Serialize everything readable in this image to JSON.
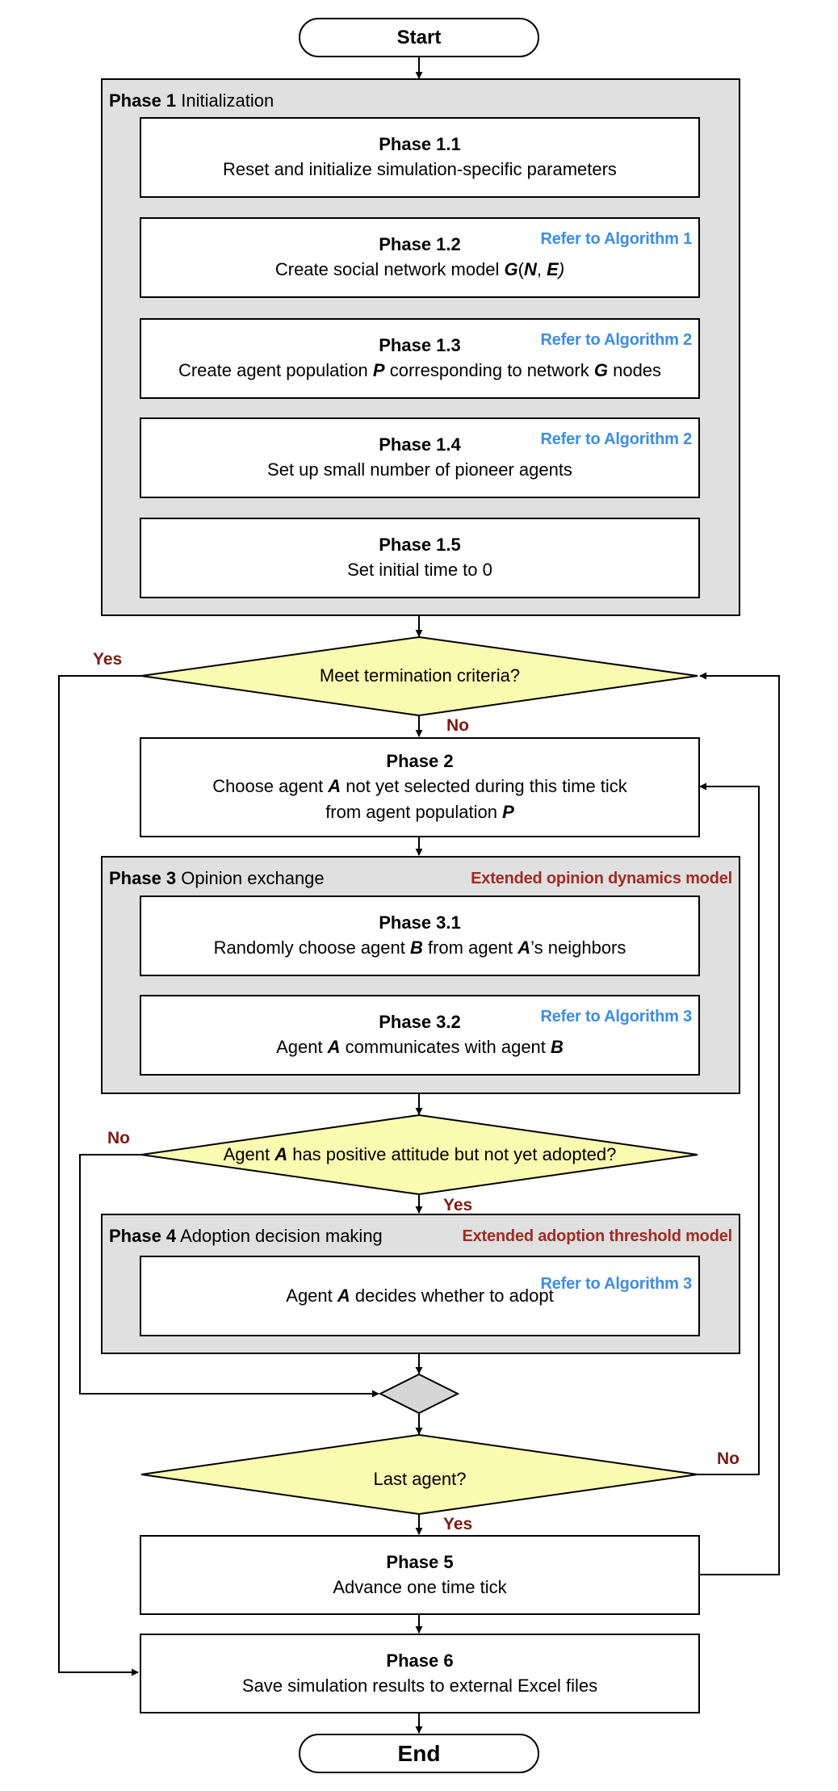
{
  "terminals": {
    "start": "Start",
    "end": "End"
  },
  "phase1": {
    "label": "Phase 1",
    "name": "Initialization",
    "steps": [
      {
        "title": "Phase 1.1",
        "desc": "Reset and initialize simulation-specific parameters",
        "ref": ""
      },
      {
        "title": "Phase 1.2",
        "desc_pre": "Create social network model ",
        "sym_g": "G",
        "paren_open": "(",
        "sym_n": "N",
        "comma": ", ",
        "sym_e": "E",
        "paren_close": ")",
        "ref": "Refer to Algorithm 1"
      },
      {
        "title": "Phase 1.3",
        "desc_pre": "Create agent population ",
        "sym_p": "P",
        "desc_mid": " corresponding to network ",
        "sym_g": "G",
        "desc_post": " nodes",
        "ref": "Refer to Algorithm 2"
      },
      {
        "title": "Phase 1.4",
        "desc": "Set up small number of pioneer agents",
        "ref": "Refer to Algorithm 2"
      },
      {
        "title": "Phase 1.5",
        "desc": "Set initial time to 0",
        "ref": ""
      }
    ]
  },
  "decisions": {
    "termination": "Meet termination criteria?",
    "attitude_pre": "Agent ",
    "attitude_sym": "A",
    "attitude_post": " has positive attitude but not yet adopted?",
    "last_agent": "Last agent?"
  },
  "phase2": {
    "title": "Phase 2",
    "line1_pre": "Choose agent ",
    "line1_sym": "A",
    "line1_post": " not yet selected during this time tick",
    "line2_pre": "from agent population ",
    "line2_sym": "P"
  },
  "phase3": {
    "label": "Phase 3",
    "name": "Opinion exchange",
    "note": "Extended opinion dynamics model",
    "step1": {
      "title": "Phase 3.1",
      "pre": "Randomly choose agent ",
      "sym_b": "B",
      "mid": " from agent ",
      "sym_a": "A",
      "post": "’s neighbors"
    },
    "step2": {
      "title": "Phase 3.2",
      "pre": "Agent ",
      "sym_a": "A",
      "mid": " communicates with agent ",
      "sym_b": "B",
      "ref": "Refer to Algorithm 3"
    }
  },
  "phase4": {
    "label": "Phase 4",
    "name": "Adoption decision making",
    "note": "Extended adoption threshold model",
    "step": {
      "pre": "Agent ",
      "sym_a": "A",
      "post": " decides whether to adopt",
      "ref": "Refer to Algorithm 3"
    }
  },
  "phase5": {
    "title": "Phase 5",
    "desc": "Advance one time tick"
  },
  "phase6": {
    "title": "Phase 6",
    "desc": "Save simulation results to external Excel files"
  },
  "labels": {
    "termination_yes": "Yes",
    "termination_no": "No",
    "attitude_no": "No",
    "attitude_yes": "Yes",
    "last_no": "No",
    "last_yes": "Yes"
  },
  "colors": {
    "group_fill": "#e0e0e0",
    "decision_fill": "#fafab0",
    "merge_fill": "#d6d6d6",
    "ref_blue": "#3d8de0",
    "note_red": "#a02b24",
    "yes_no": "#7a1b14"
  }
}
